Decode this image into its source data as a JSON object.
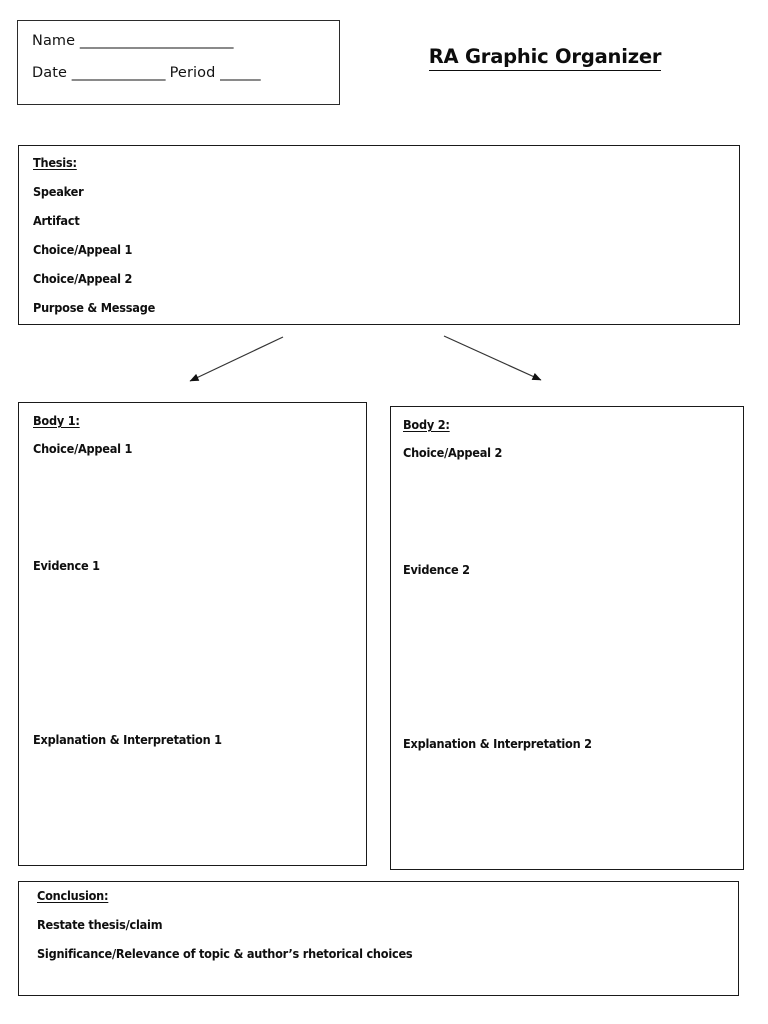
{
  "document": {
    "title": "RA Graphic Organizer",
    "page_background": "#ffffff",
    "ink_color": "#111111"
  },
  "header": {
    "name_label": "Name",
    "name_rule": "_______________________",
    "date_label": "Date",
    "date_rule": "______________",
    "period_label": "Period",
    "period_rule": "______"
  },
  "thesis": {
    "heading": "Thesis:",
    "lines": [
      "Speaker",
      "Artifact",
      "Choice/Appeal 1",
      "Choice/Appeal 2",
      "Purpose & Message"
    ]
  },
  "arrows": [
    {
      "name": "arrow-to-body-1",
      "direction": "down-left"
    },
    {
      "name": "arrow-to-body-2",
      "direction": "down-right"
    }
  ],
  "body1": {
    "heading": "Body 1:",
    "lines": [
      "Choice/Appeal 1",
      "Evidence 1",
      "Explanation & Interpretation 1"
    ]
  },
  "body2": {
    "heading": "Body 2:",
    "lines": [
      "Choice/Appeal 2",
      "Evidence 2",
      "Explanation & Interpretation 2"
    ]
  },
  "conclusion": {
    "heading": "Conclusion:",
    "lines": [
      "Restate thesis/claim",
      "Significance/Relevance of topic & author’s rhetorical choices"
    ]
  }
}
